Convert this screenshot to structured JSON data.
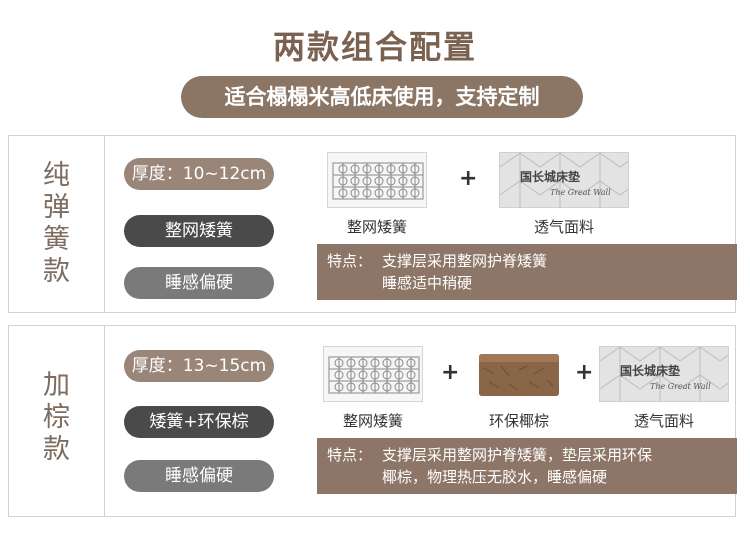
{
  "title": "两款组合配置",
  "subtitle": "适合榻榻米高低床使用，支持定制",
  "spring_model": {
    "name": "纯弹簧款",
    "name_chars": [
      "纯",
      "弹",
      "簧",
      "款"
    ],
    "thickness": "厚度：10~12cm",
    "structure": "整网矮簧",
    "feel": "睡感偏硬",
    "components": [
      "整网矮簧",
      "透气面料"
    ],
    "feature_label": "特点：",
    "feature_lines": [
      "支撑层采用整网护脊矮簧",
      "睡感适中稍硬"
    ]
  },
  "coir_model": {
    "name": "加棕款",
    "name_chars": [
      "加",
      "棕",
      "款"
    ],
    "thickness": "厚度：13~15cm",
    "structure": "矮簧+环保棕",
    "feel": "睡感偏硬",
    "components": [
      "整网矮簧",
      "环保椰棕",
      "透气面料"
    ],
    "feature_label": "特点：",
    "feature_lines": [
      "支撑层采用整网护脊矮簧，垫层采用环保",
      "椰棕，物理热压无胶水，睡感偏硬"
    ]
  },
  "plus_sign": "+",
  "fabric_brand_text": "国长城床垫",
  "fabric_brand_sub": "The Great Wall",
  "colors": {
    "title": "#7b6250",
    "accent_brown": "#8b7666",
    "feature_bg": "#8d7667",
    "pill_dark": "#4a4a4a",
    "pill_grey": "#7a7a7a",
    "coir": "#8a6648"
  }
}
